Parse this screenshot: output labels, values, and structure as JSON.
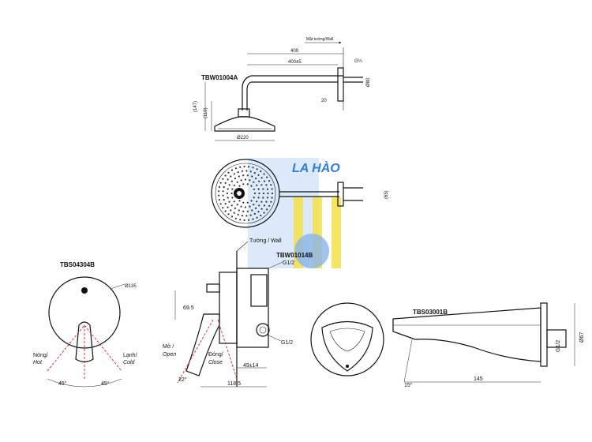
{
  "watermark": {
    "text": "LA HÀO",
    "color": "#2f7fd6",
    "accent": "#f2e14a"
  },
  "shower_head": {
    "model": "TBW01004A",
    "wall_label": "Mặt tường/Wall",
    "dim_409": "409",
    "dim_400": "400±5",
    "dim_g12": "G½",
    "dim_80": "Ø80",
    "dim_20": "20",
    "dim_147": "(147)",
    "dim_110": "(110)",
    "dim_220": "Ø220",
    "dim_65": "(65)"
  },
  "valve": {
    "model": "TBW01014B",
    "wall_label": "Tường / Wall",
    "g12_top": "G1/2",
    "g12_bottom": "G1/2",
    "dim_695": "69.5",
    "dim_49": "49±14",
    "dim_1185": "118.5",
    "angle_22": "22°",
    "open_label_vi": "Mở /",
    "open_label_en": "Open",
    "close_label_vi": "Đóng/",
    "close_label_en": "Close"
  },
  "trim": {
    "model": "TBS04304B",
    "dia": "Ø135",
    "hot_vi": "Nóng/",
    "hot_en": "Hot",
    "cold_vi": "Lạnh/",
    "cold_en": "Cold",
    "angle_left": "45°",
    "angle_right": "45°"
  },
  "spout": {
    "model": "TBS03001B",
    "dim_145": "145",
    "angle_15": "15°",
    "dim_g12": "G1/2",
    "dim_67": "Ø67"
  }
}
